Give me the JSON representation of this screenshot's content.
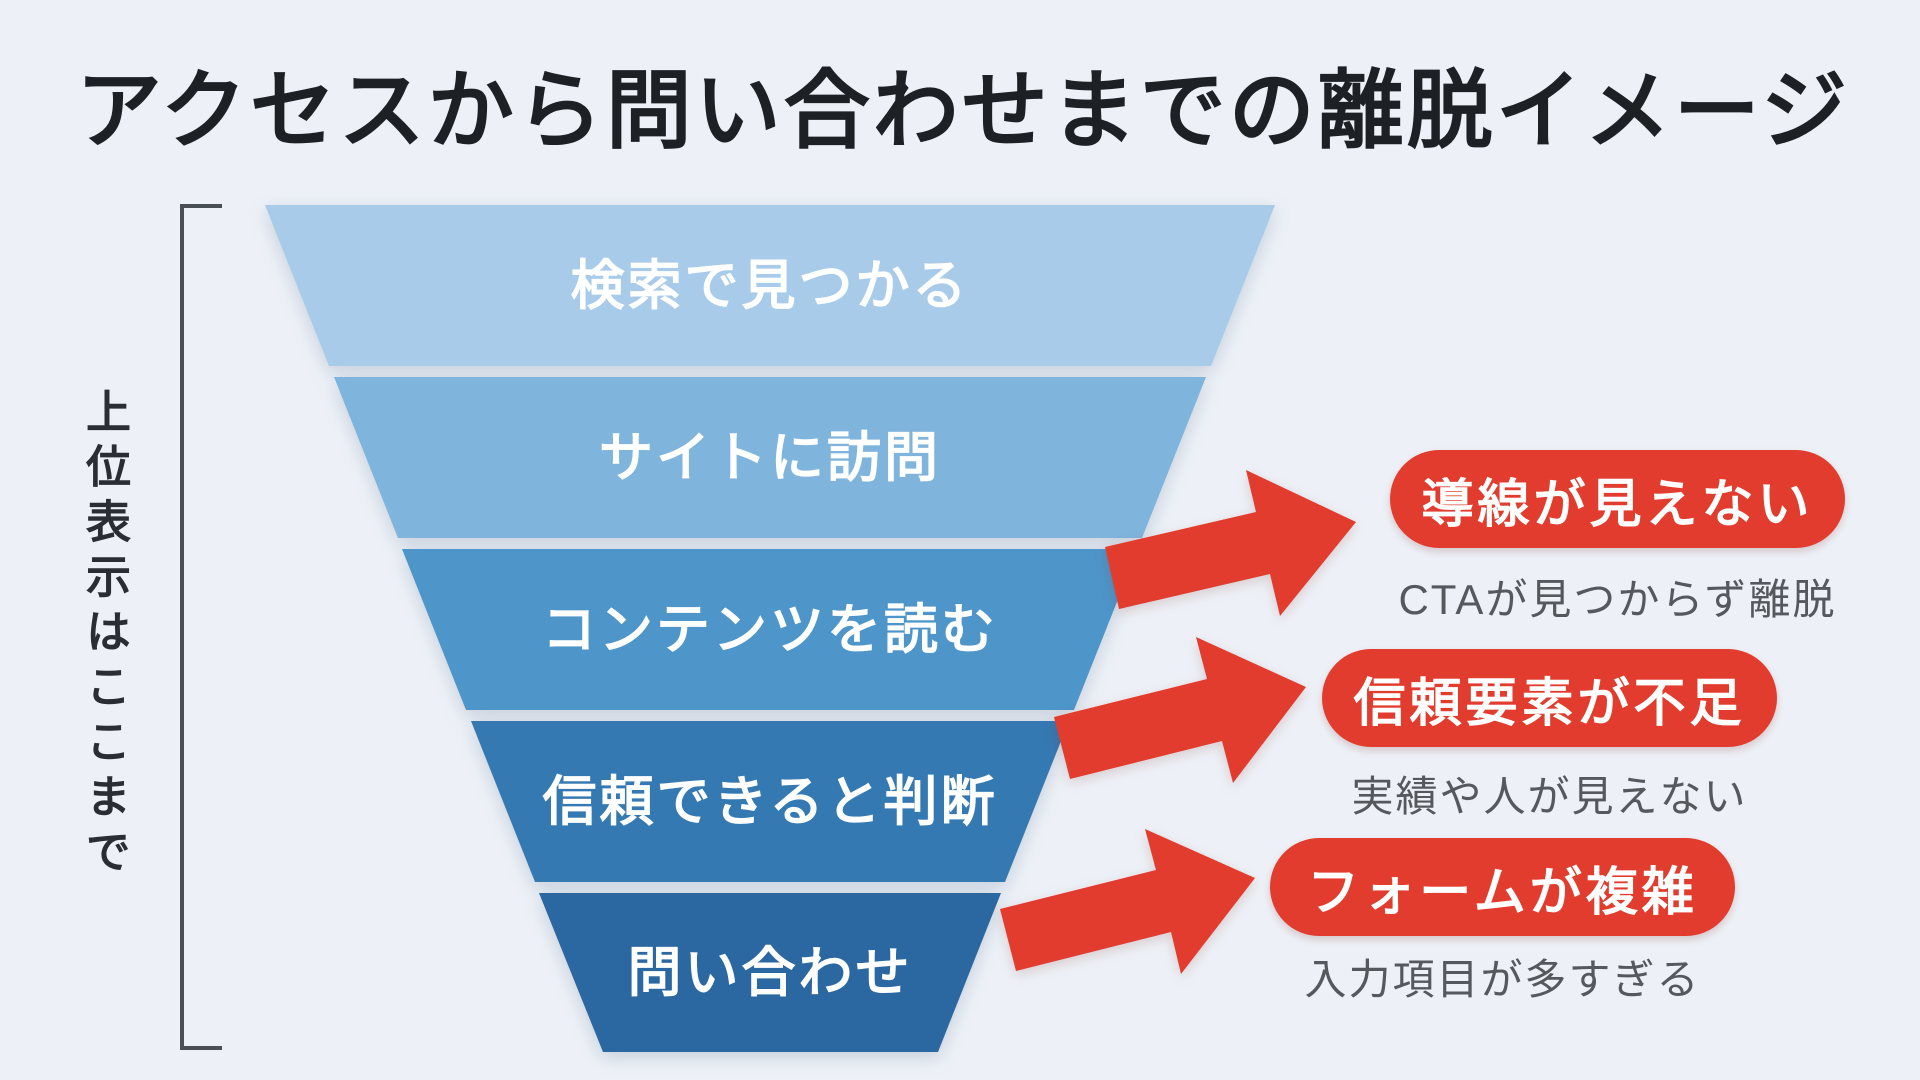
{
  "title": "アクセスから問い合わせまでの離脱イメージ",
  "side_label": "上位表示はここまで",
  "funnel": {
    "stages": [
      {
        "label": "検索で見つかる",
        "color": "#A7CBE9"
      },
      {
        "label": "サイトに訪問",
        "color": "#7FB4DD"
      },
      {
        "label": "コンテンツを読む",
        "color": "#4E95C9"
      },
      {
        "label": "信頼できると判断",
        "color": "#3579B3"
      },
      {
        "label": "問い合わせ",
        "color": "#2B67A0"
      }
    ]
  },
  "dropoffs": [
    {
      "badge": "導線が見えない",
      "description": "CTAが見つからず離脱"
    },
    {
      "badge": "信頼要素が不足",
      "description": "実績や人が見えない"
    },
    {
      "badge": "フォームが複雑",
      "description": "入力項目が多すぎる"
    }
  ],
  "colors": {
    "accent_red": "#E23C2E",
    "background": "#EDF1F7",
    "title_text": "#1D2126",
    "description_text": "#55585C",
    "bracket": "#4A4E55",
    "stage_label_text": "#FFFFFF"
  }
}
